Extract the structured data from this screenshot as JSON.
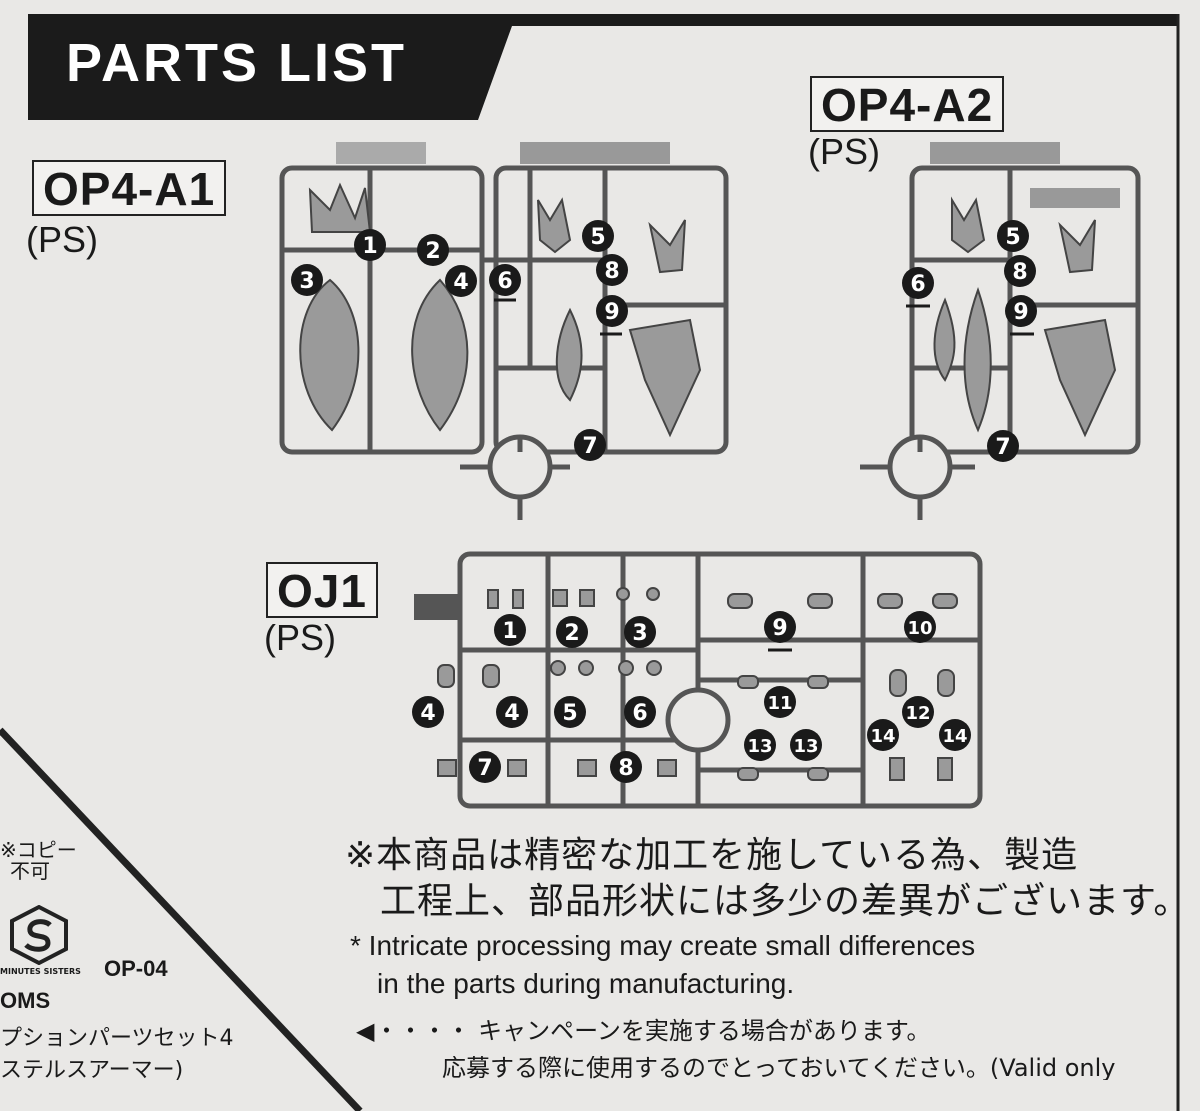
{
  "header": {
    "title": "PARTS LIST"
  },
  "runners": [
    {
      "id": "OP4-A1",
      "material": "(PS)",
      "part_numbers": [
        "1",
        "2",
        "3",
        "4",
        "5",
        "6",
        "7",
        "8",
        "9"
      ]
    },
    {
      "id": "OP4-A2",
      "material": "(PS)",
      "part_numbers": [
        "5",
        "6",
        "7",
        "8",
        "9"
      ]
    },
    {
      "id": "OJ1",
      "material": "(PS)",
      "part_numbers": [
        "1",
        "2",
        "3",
        "4",
        "4",
        "5",
        "6",
        "7",
        "8",
        "9",
        "10",
        "11",
        "12",
        "13",
        "13",
        "14",
        "14"
      ]
    }
  ],
  "notes": {
    "jp_line1": "※本商品は精密な加工を施している為、製造",
    "jp_line2": "工程上、部品形状には多少の差異がございます。",
    "en_line1": "* Intricate processing may create small differences",
    "en_line2": "in the parts during manufacturing.",
    "campaign_line1": "◀・・・・ キャンペーンを実施する場合があります。",
    "campaign_line2": "応募する際に使用するのでとっておいてください。(Valid only"
  },
  "left_panel": {
    "copy_line1": "※コピー",
    "copy_line2": "不可",
    "brand": "MINUTES SISTERS",
    "code": "OP-04",
    "series": "OMS",
    "product_line1": "プションパーツセット4",
    "product_line2": "ステルスアーマー)"
  }
}
